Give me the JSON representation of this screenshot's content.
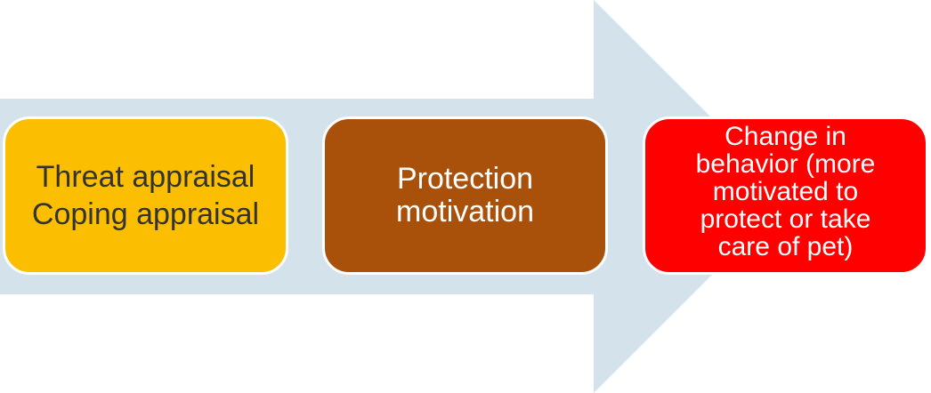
{
  "colors": {
    "arrow": "#d4e2eb",
    "box_1_fill": "#fcbe00",
    "box_1_text": "#333333",
    "box_2_fill": "#a9500a",
    "box_2_text": "#ffffff",
    "box_3_fill": "#ff0000",
    "box_3_text": "#ffffff"
  },
  "steps": [
    {
      "lines": [
        "Threat appraisal",
        "Coping appraisal"
      ]
    },
    {
      "lines": [
        "Protection",
        "motivation"
      ]
    },
    {
      "lines": [
        "Change in",
        "behavior (more",
        "motivated to",
        "protect or take",
        "care of pet)"
      ]
    }
  ]
}
